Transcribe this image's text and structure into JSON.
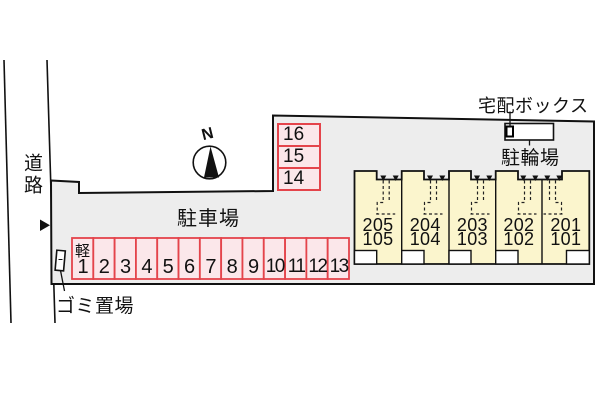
{
  "site_plan": {
    "labels": {
      "road": "道路",
      "parking_lot": "駐車場",
      "garbage_area": "ゴミ置場",
      "delivery_box": "宅配ボックス",
      "bicycle_parking": "駐輪場",
      "kei_car": "軽",
      "north": "N"
    },
    "parking_row": [
      "1",
      "2",
      "3",
      "4",
      "5",
      "6",
      "7",
      "8",
      "9",
      "10",
      "11",
      "12",
      "13"
    ],
    "parking_column": [
      "16",
      "15",
      "14"
    ],
    "units": [
      {
        "upper": "205",
        "lower": "105"
      },
      {
        "upper": "204",
        "lower": "104"
      },
      {
        "upper": "203",
        "lower": "103"
      },
      {
        "upper": "202",
        "lower": "102"
      },
      {
        "upper": "201",
        "lower": "101"
      }
    ],
    "colors": {
      "site_fill": "#ededed",
      "outline": "#111111",
      "parking_space_fill": "#fbe7ea",
      "parking_space_border": "#e4444b",
      "building_fill": "#fbf5cd",
      "white_box_fill": "#ffffff"
    }
  }
}
